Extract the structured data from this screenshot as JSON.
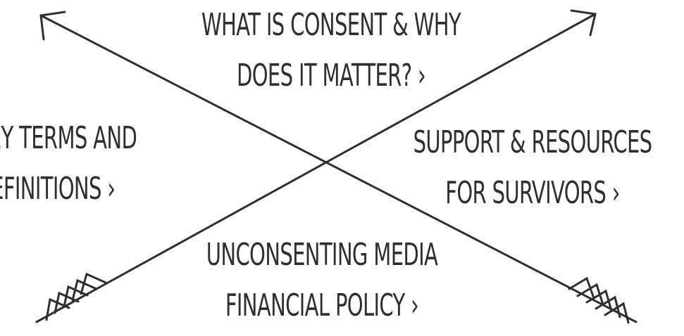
{
  "links": {
    "consent": {
      "line1": "WHAT IS CONSENT & WHY",
      "line2": "DOES IT MATTER? ›"
    },
    "terms": {
      "line1": "KEY TERMS AND",
      "line2": "DEFINITIONS ›"
    },
    "support": {
      "line1": "SUPPORT & RESOURCES",
      "line2": "FOR SURVIVORS ›"
    },
    "financial": {
      "line1": "UNCONSENTING MEDIA",
      "line2": "FINANCIAL POLICY ›"
    }
  },
  "colors": {
    "ink": "#2f2f2f",
    "background": "#ffffff"
  },
  "icons": [
    "arrow-up-left-icon",
    "arrow-up-right-icon",
    "fletching-icon"
  ]
}
